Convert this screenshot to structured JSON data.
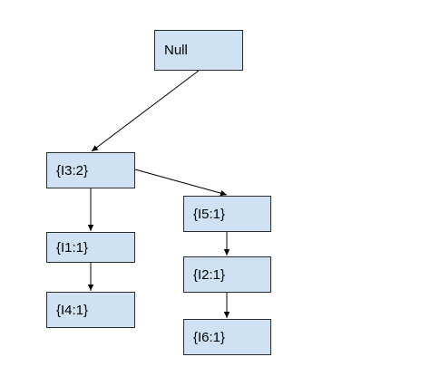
{
  "nodes": {
    "root": "Null",
    "i3": "{I3:2}",
    "i1": "{I1:1}",
    "i4": "{I4:1}",
    "i5": "{I5:1}",
    "i2": "{I2:1}",
    "i6": "{I6:1}"
  },
  "edges": [
    {
      "from": "root",
      "to": "i3"
    },
    {
      "from": "i3",
      "to": "i1"
    },
    {
      "from": "i3",
      "to": "i5"
    },
    {
      "from": "i1",
      "to": "i4"
    },
    {
      "from": "i5",
      "to": "i2"
    },
    {
      "from": "i2",
      "to": "i6"
    }
  ],
  "colors": {
    "node_fill": "#cfe2f3",
    "node_border": "#2b2b2b",
    "edge": "#000000"
  }
}
